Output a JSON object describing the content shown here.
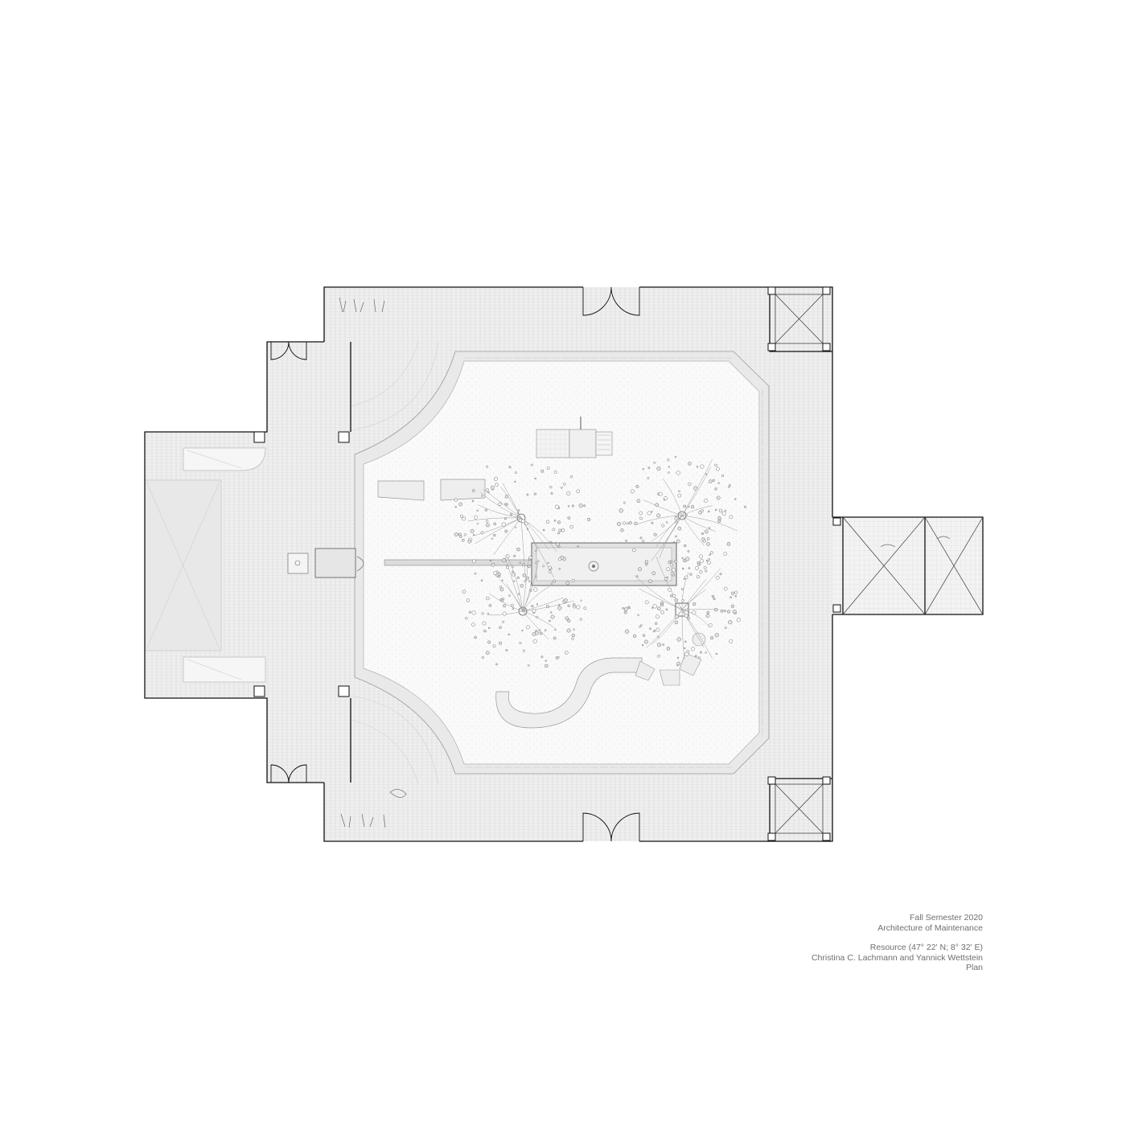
{
  "colors": {
    "wall": "#111111",
    "paving": "#eeeeee",
    "paving_line": "#d2d2d2",
    "courtyard": "#fafafa",
    "gravel_dot": "#cfcfcf",
    "vegetation": "#707070",
    "caption": "#6e6e6e"
  },
  "caption": {
    "line1": "Fall Semester 2020",
    "line2": "Architecture of Maintenance",
    "line3": "Resource (47° 22' N; 8° 32' E)",
    "line4": "Christina C. Lachmann and Yannick Wettstein",
    "line5": "Plan"
  }
}
